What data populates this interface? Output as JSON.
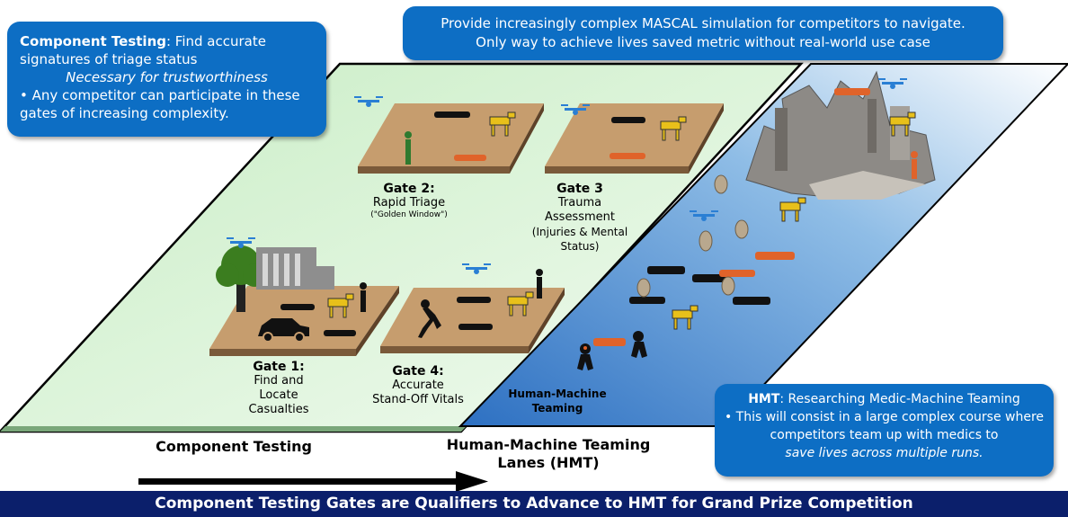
{
  "callouts": {
    "component": {
      "title": "Component Testing",
      "text": ": Find accurate signatures of triage status",
      "note": "Necessary for trustworthiness",
      "bullet": "• Any competitor can participate in these gates of increasing complexity."
    },
    "top": {
      "line1": "Provide increasingly complex MASCAL simulation for competitors to navigate.",
      "line2": "Only way to achieve lives saved metric without real-world use case"
    },
    "hmt": {
      "title": "HMT",
      "text": ": Researching Medic-Machine Teaming",
      "bullet": "• This will consist in a large complex course where competitors team up with medics to",
      "emphasis": "save lives across multiple runs."
    }
  },
  "gates": {
    "gate1": {
      "title": "Gate 1:",
      "line1": "Find and",
      "line2": "Locate",
      "line3": "Casualties"
    },
    "gate2": {
      "title": "Gate 2:",
      "line1": "Rapid Triage",
      "note": "(\"Golden Window\")"
    },
    "gate3": {
      "title": "Gate 3",
      "line1": "Trauma",
      "line2": "Assessment",
      "line3": "(Injuries & Mental",
      "line4": "Status)"
    },
    "gate4": {
      "title": "Gate 4:",
      "line1": "Accurate",
      "line2": "Stand-Off Vitals"
    }
  },
  "labels": {
    "hmt_plane": {
      "line1": "Human-Machine",
      "line2": "Teaming"
    },
    "component_testing": "Component Testing",
    "hmt_lanes": {
      "line1": "Human-Machine Teaming",
      "line2": "Lanes (HMT)"
    }
  },
  "footer": "Component Testing Gates are Qualifiers to Advance to HMT for Grand Prize Competition",
  "colors": {
    "callout_blue": "#0d6ec4",
    "footer_navy": "#0b1f6b",
    "plane_green": "#cfeecb",
    "plane_blue": "#2a6fc0",
    "platform_sand": "#c69d6e",
    "casualty_orange": "#e0632a",
    "robot_yellow": "#e8c01a"
  }
}
